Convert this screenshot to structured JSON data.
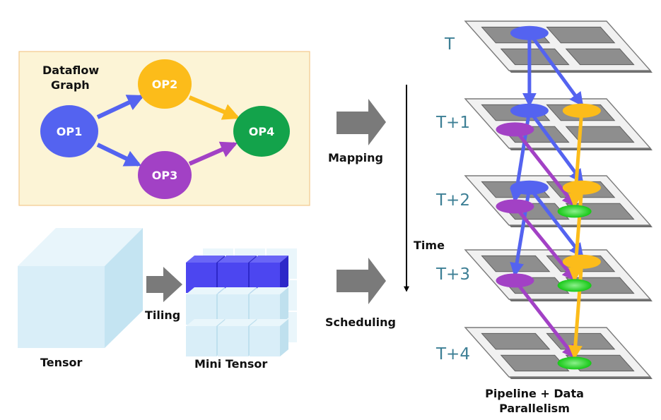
{
  "dataflow": {
    "title_line1": "Dataflow",
    "title_line2": "Graph",
    "nodes": [
      {
        "id": "op1",
        "label": "OP1",
        "color": "#5463f0"
      },
      {
        "id": "op2",
        "label": "OP2",
        "color": "#fcbc1a"
      },
      {
        "id": "op3",
        "label": "OP3",
        "color": "#a241c5"
      },
      {
        "id": "op4",
        "label": "OP4",
        "color": "#13a34b"
      }
    ],
    "box_fill": "#fcf4d6",
    "box_border": "#f2c98e"
  },
  "labels": {
    "mapping": "Mapping",
    "scheduling": "Scheduling",
    "tiling": "Tiling",
    "tensor": "Tensor",
    "mini_tensor": "Mini Tensor",
    "time": "Time",
    "pipeline_line1": "Pipeline + Data",
    "pipeline_line2": "Parallelism"
  },
  "time_steps": [
    "T",
    "T+1",
    "T+2",
    "T+3",
    "T+4"
  ],
  "colors": {
    "blue": "#5463f0",
    "yellow": "#fcbc1a",
    "purple": "#a241c5",
    "green": "#22d321",
    "cube_light": "#d9eef8",
    "cube_blue": "#4c46f0",
    "layer_fill": "#8e8e8e",
    "step_label": "#3d7f95"
  }
}
